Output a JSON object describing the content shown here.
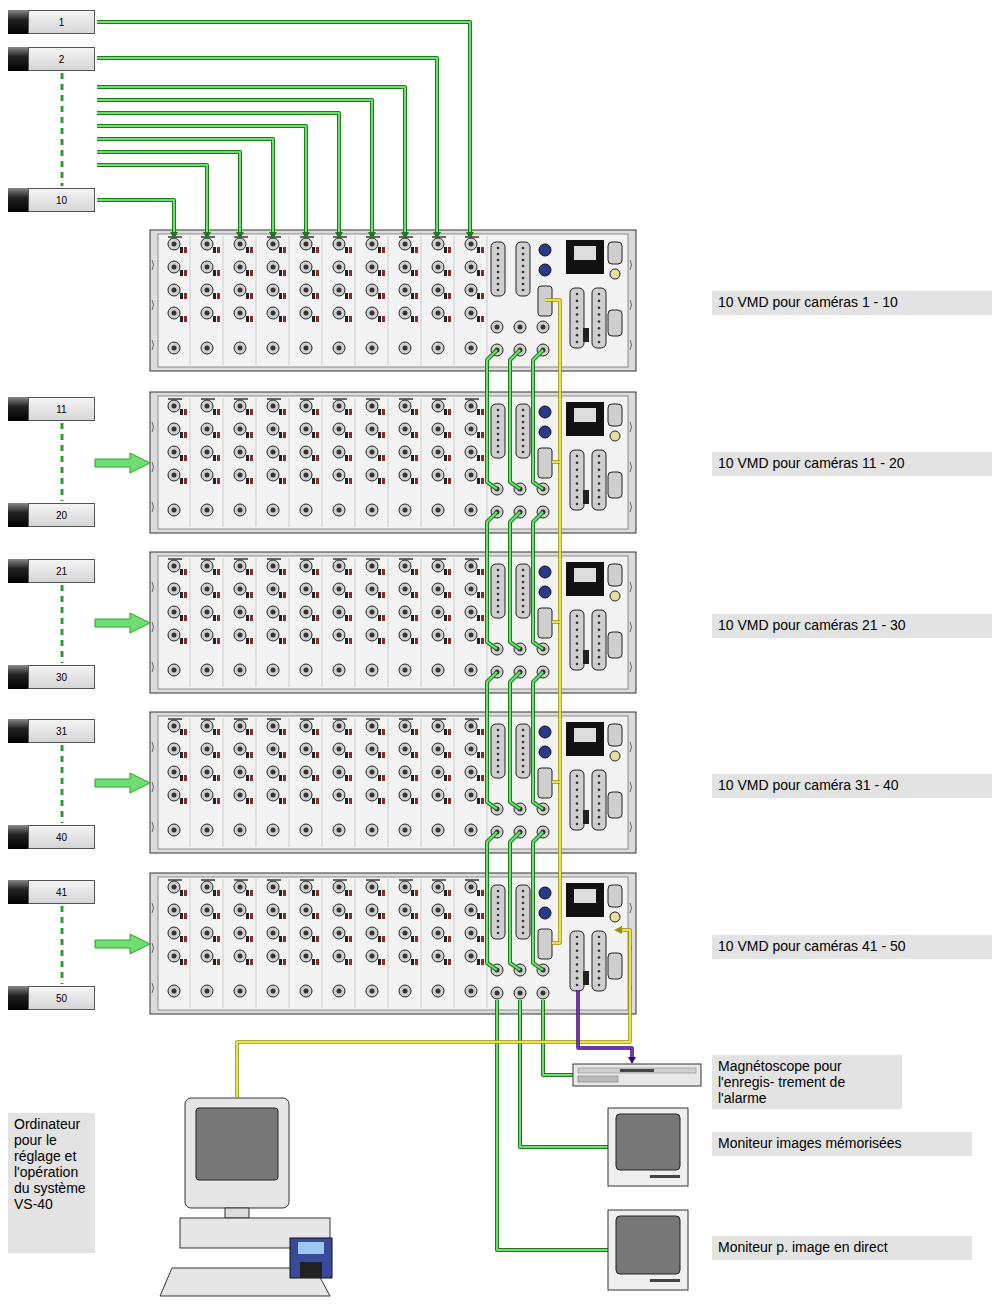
{
  "diagram": {
    "nodes": [
      {
        "text": [
          "1"
        ]
      },
      {
        "text": [
          "2"
        ]
      },
      {
        "text": [
          "10"
        ]
      },
      {
        "text": [
          "10 VMD pour caméras 1 - 10"
        ]
      },
      {
        "text": [
          "11"
        ]
      },
      {
        "text": [
          "20"
        ]
      },
      {
        "text": [
          "10 VMD pour caméras 11 - 20"
        ]
      },
      {
        "text": [
          "21"
        ]
      },
      {
        "text": [
          "30"
        ]
      },
      {
        "text": [
          "10 VMD pour caméras 21 - 30"
        ]
      },
      {
        "text": [
          "31"
        ]
      },
      {
        "text": [
          "40"
        ]
      },
      {
        "text": [
          "10 VMD pour caméra 31 - 40"
        ]
      },
      {
        "text": [
          "41"
        ]
      },
      {
        "text": [
          "50"
        ]
      },
      {
        "text": [
          "10 VMD pour caméras 41 - 50"
        ]
      },
      {
        "text": [
          "Magnétoscope pour l'enregis- trement de l'alarme"
        ]
      },
      {
        "text": [
          "Moniteur images mémorisées"
        ]
      },
      {
        "text": [
          "Ordinateur pour le réglage et l'opération du système VS-40"
        ]
      },
      {
        "text": [
          "Moniteur p. image en direct"
        ]
      }
    ]
  }
}
